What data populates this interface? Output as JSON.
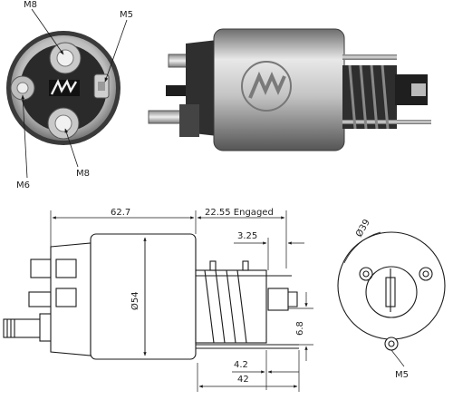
{
  "photo_callouts": {
    "m8_top": "M8",
    "m5": "M5",
    "m6": "M6",
    "m8_bottom": "M8"
  },
  "dimensions": {
    "length_body": "62.7",
    "engaged": "22.55 Engaged",
    "offset_top": "3.25",
    "diameter": "Ø54",
    "height_small": "6.8",
    "offset_bottom": "4.2",
    "length_total": "42",
    "end_diameter": "Ø39",
    "end_thread": "M5"
  },
  "colors": {
    "line": "#1a1a1a",
    "metal_light": "#d6d6d6",
    "metal_dark": "#6e6e6e",
    "bakelite": "#2b2b2b"
  }
}
